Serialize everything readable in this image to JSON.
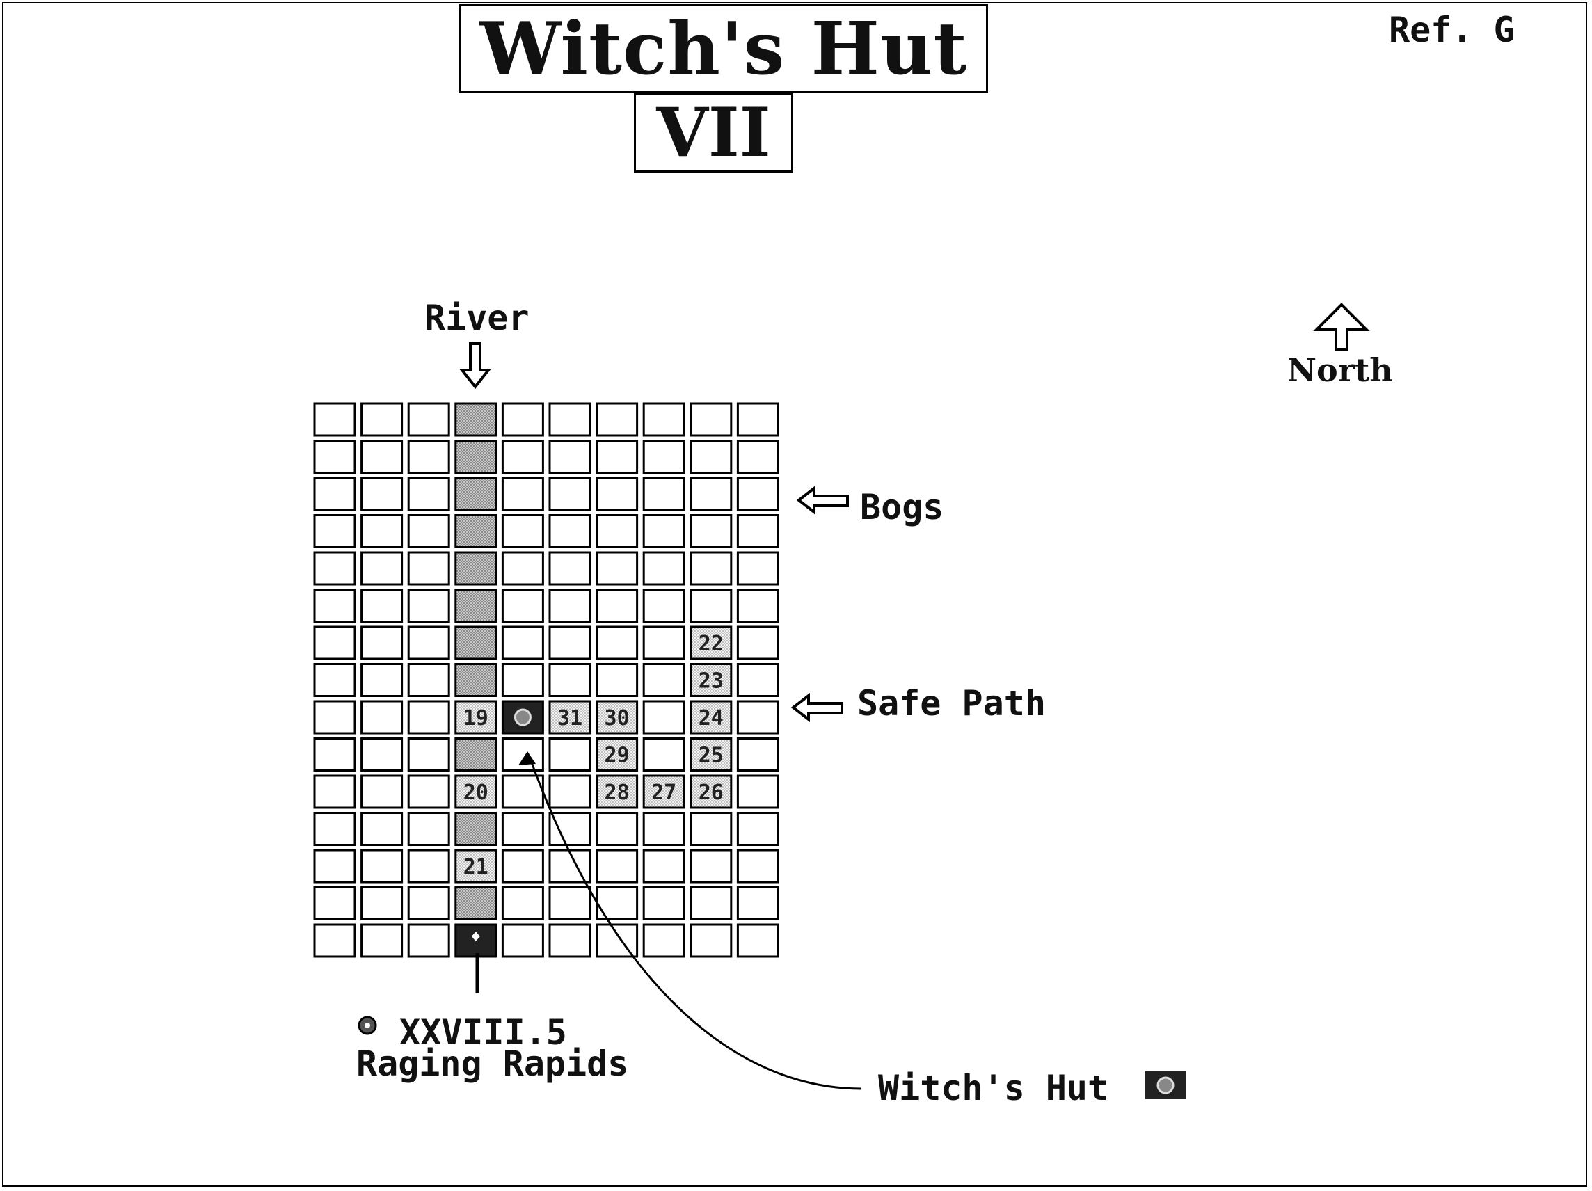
{
  "header": {
    "title": "Witch's Hut",
    "subtitle": "VII",
    "ref": "Ref. G"
  },
  "compass": {
    "label": "North",
    "icon": "north-arrow-icon"
  },
  "labels": {
    "river": "River",
    "bogs": "Bogs",
    "safe_path": "Safe Path",
    "rapids_code": "XXVIII.5",
    "rapids_name": "Raging Rapids",
    "witch_hut": "Witch's Hut"
  },
  "map": {
    "columns": 10,
    "rows": 15,
    "river_column": 3,
    "numbered_cells": [
      {
        "row": 6,
        "col": 8,
        "num": "22"
      },
      {
        "row": 7,
        "col": 8,
        "num": "23"
      },
      {
        "row": 8,
        "col": 3,
        "num": "19"
      },
      {
        "row": 8,
        "col": 5,
        "num": "31"
      },
      {
        "row": 8,
        "col": 6,
        "num": "30"
      },
      {
        "row": 8,
        "col": 8,
        "num": "24"
      },
      {
        "row": 9,
        "col": 6,
        "num": "29"
      },
      {
        "row": 9,
        "col": 8,
        "num": "25"
      },
      {
        "row": 10,
        "col": 3,
        "num": "20"
      },
      {
        "row": 10,
        "col": 6,
        "num": "28"
      },
      {
        "row": 10,
        "col": 7,
        "num": "27"
      },
      {
        "row": 10,
        "col": 8,
        "num": "26"
      },
      {
        "row": 12,
        "col": 3,
        "num": "21"
      }
    ],
    "witch_hut_cell": {
      "row": 8,
      "col": 4
    },
    "rapids_cell": {
      "row": 14,
      "col": 3
    }
  }
}
